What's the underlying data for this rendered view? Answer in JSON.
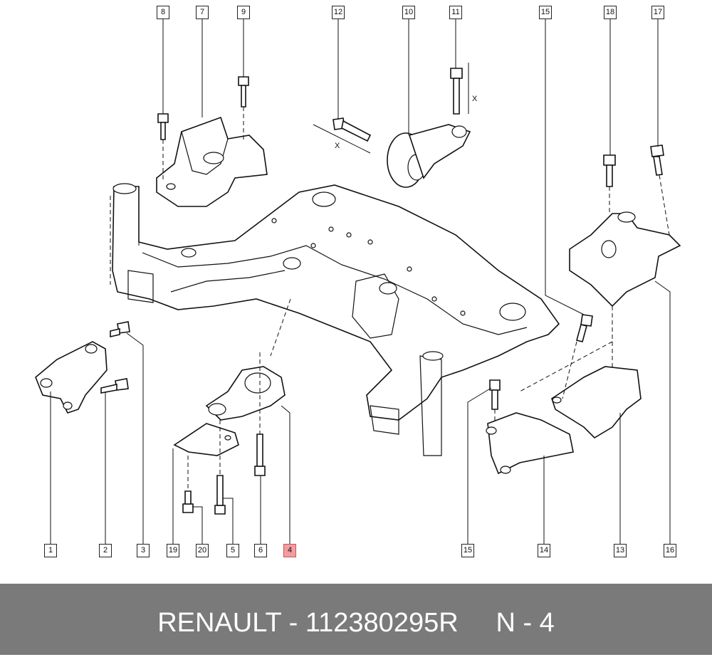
{
  "diagram": {
    "callouts": [
      {
        "id": "c8",
        "label": "8"
      },
      {
        "id": "c7",
        "label": "7"
      },
      {
        "id": "c9",
        "label": "9"
      },
      {
        "id": "c12",
        "label": "12"
      },
      {
        "id": "c10",
        "label": "10"
      },
      {
        "id": "c11",
        "label": "11"
      },
      {
        "id": "c15top",
        "label": "15"
      },
      {
        "id": "c18",
        "label": "18"
      },
      {
        "id": "c17",
        "label": "17"
      },
      {
        "id": "c1",
        "label": "1"
      },
      {
        "id": "c2",
        "label": "2"
      },
      {
        "id": "c3",
        "label": "3"
      },
      {
        "id": "c19",
        "label": "19"
      },
      {
        "id": "c20",
        "label": "20"
      },
      {
        "id": "c5",
        "label": "5"
      },
      {
        "id": "c6",
        "label": "6"
      },
      {
        "id": "c4",
        "label": "4",
        "highlighted": true
      },
      {
        "id": "c15bot",
        "label": "15"
      },
      {
        "id": "c14",
        "label": "14"
      },
      {
        "id": "c13",
        "label": "13"
      },
      {
        "id": "c16",
        "label": "16"
      }
    ],
    "dimension_marks": [
      "X",
      "X"
    ],
    "highlight_color": "#f29ca0"
  },
  "footer": {
    "text": "RENAULT - 112380295R     N - 4",
    "background": "#7a7a7a"
  }
}
